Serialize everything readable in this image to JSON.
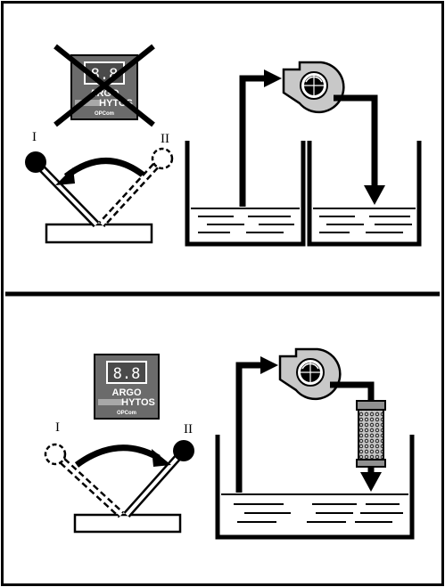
{
  "panels": {
    "top": {
      "device": {
        "display": "8.8",
        "brand_line1": "ARGO",
        "brand_line2": "HYTOS",
        "model": "OPCom",
        "crossed_out": true
      },
      "lever": {
        "pos_left_label": "I",
        "pos_right_label": "II",
        "active_position": "I"
      },
      "circuit": {
        "filter_present": false,
        "tanks": 2
      }
    },
    "bottom": {
      "device": {
        "display": "8.8",
        "brand_line1": "ARGO",
        "brand_line2": "HYTOS",
        "model": "OPCom",
        "crossed_out": false
      },
      "lever": {
        "pos_left_label": "I",
        "pos_right_label": "II",
        "active_position": "II"
      },
      "circuit": {
        "filter_present": true,
        "tanks": 1
      }
    }
  },
  "colors": {
    "ink": "#000000",
    "device_body": "#6b6b6b",
    "pump_body": "#c8c8c8",
    "filter_body": "#b0b0b0",
    "background": "#ffffff"
  },
  "icons": {
    "cross": "cross-out-icon",
    "pump": "pump-icon",
    "filter": "filter-cartridge-icon",
    "arrow": "curved-arrow-icon"
  }
}
